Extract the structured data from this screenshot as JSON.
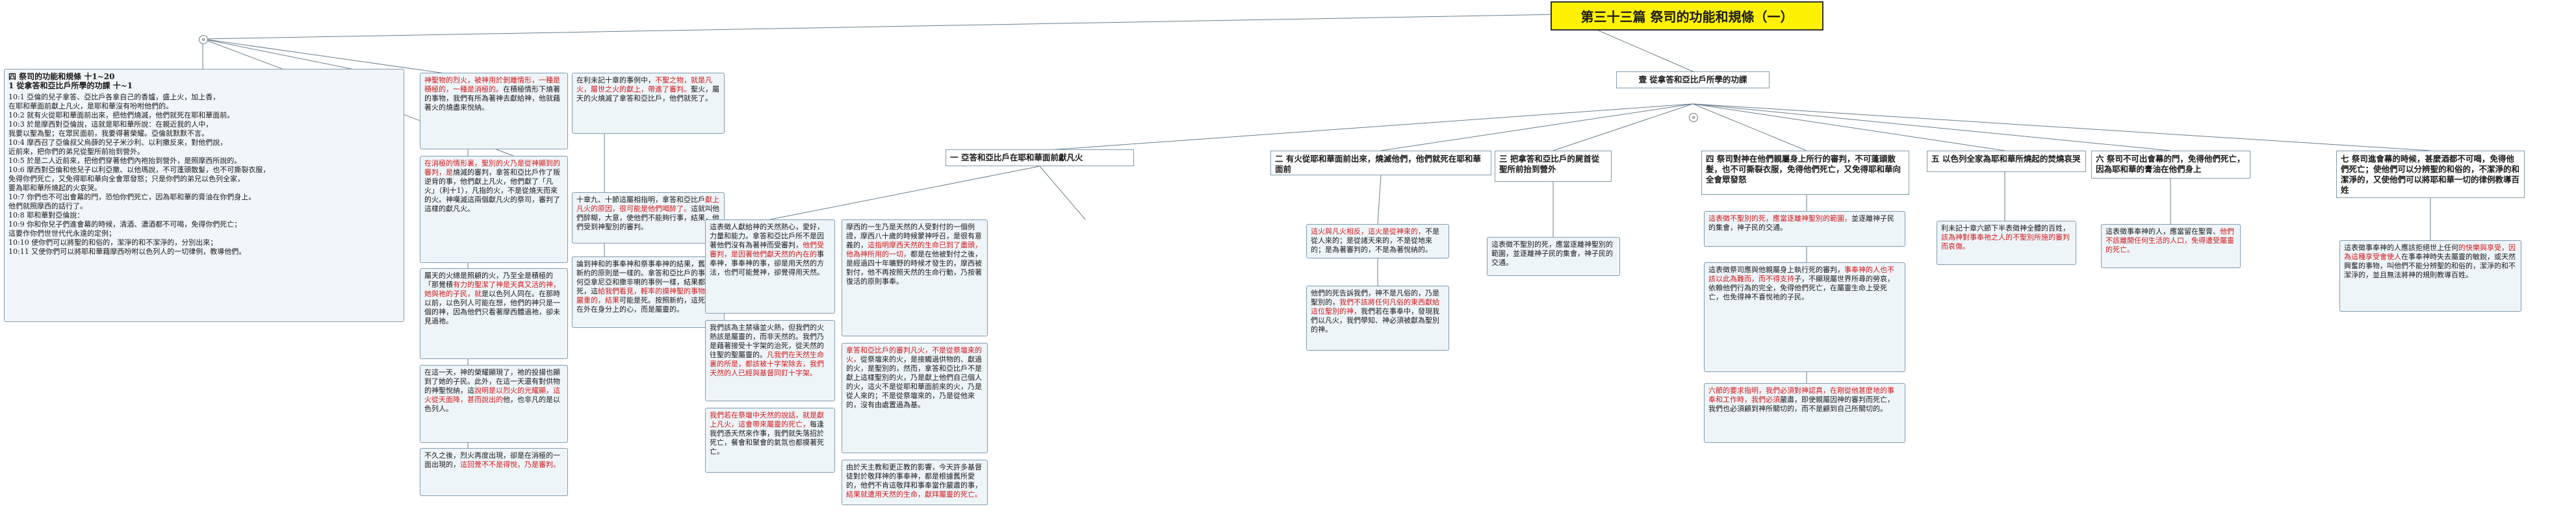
{
  "root": {
    "title": "第三十三篇  祭司的功能和規條（一）"
  },
  "leftPanel": {
    "heading1": "四    祭司的功能和規條    十1~20",
    "heading2": "1    從拿答和亞比戶所學的功課    十~1",
    "lines": [
      "10:1    亞倫的兒子拿答、亞比戶各拿自己的香爐，盛上火，加上香，",
      "在耶和華面前獻上凡火，是耶和華沒有吩咐他們的。",
      "10:2    就有火從耶和華面前出來，把他們燒滅，他們就死在耶和華面前。",
      "10:3    於是摩西對亞倫說，這就是耶和華所說：在親近我的人中，",
      "我要以聖為聖；在眾民面前，我要得著榮耀。亞倫就默默不言。",
      "10:4    摩西召了亞倫叔父烏薛的兒子米沙利、以利撒反來，對他們說，",
      "近前來，把你們的弟兄從聖所前抬到營外。",
      "10:5    於是二人近前來，把他們穿著他們內袍抬到營外，是照摩西所說的。",
      "10:6    摩西對亞倫和他兒子以利亞撒、以他瑪說，不可蓬頭散髮，也不可撕裂衣服，",
      "免得你們死亡，又免得耶和華向全會眾發怒；只是你們的弟兄以色列全家，",
      "要為耶和華所燒起的火哀哭。",
      "10:7    你們也不可出會幕的門，恐怕你們死亡，因為耶和華的膏油在你們身上。",
      "他們就照摩西的話行了。",
      "10:8    耶和華對亞倫說：",
      "10:9    你和你兒子們進會幕的時候，清酒、濃酒都不可喝，免得你們死亡；",
      "這要作你們世世代代永遠的定例；",
      "10:10    使你們可以將聖的和俗的，潔淨的和不潔淨的，分別出來；",
      "10:11    又使你們可以將耶和華藉摩西吩咐以色列人的一切律例，教導他們。"
    ]
  },
  "col2": {
    "box1": [
      {
        "t": "神聖物的烈火，被神用於剝離情形，一種是積極的，一種是消極的。",
        "red": true
      },
      {
        "t": "在積極情形下燒著的事物，我們有所為著神去獻給神，他就藉著火的燒盡來悅納。",
        "red": false
      }
    ],
    "box2": [
      {
        "t": "在消極的情形裏，聖別的火乃是從神顯到的審判，是",
        "red": true
      },
      {
        "t": "燒滅的審判，拿答和亞比戶作了叛逆背的事，他們獻",
        "red": false
      },
      {
        "t": "上凡火，他們獻了「凡火」（利十1），凡指的火，不是從燒天而來的火。神嘆滅這兩個獻凡火的祭司，審判了這樣的獻凡火。",
        "red": false
      }
    ],
    "box3": [
      {
        "t": "屬天的火總是照顧的火，乃至全是積極的「那覺積",
        "red": false
      },
      {
        "t": "有力的聖潔了神是天真又活的神，她與祂的子民，就",
        "red": true
      },
      {
        "t": "是以色列人同在。在那時以前，以色列人可能在想，他們的神只是一個的神，因為他們只看著摩西體過祂，卻未見過祂。",
        "red": false
      }
    ],
    "box4": [
      {
        "t": "在這一天，神的榮耀顯現了，祂的投揚也顯到了她",
        "red": false
      },
      {
        "t": "的子民。此外，在這一天還有對供物的神聖悅納，這",
        "red": false
      },
      {
        "t": "說明是以烈火的光耀顯，這火從天面降，甚而說出的",
        "red": true
      },
      {
        "t": "他，也非凡的是以色列人。",
        "red": false
      }
    ],
    "box5": [
      {
        "t": "不久之後，烈火再度出現，卻是在消極的一面出現的，",
        "red": false
      },
      {
        "t": "這回覺不不是得悅，乃是審判。",
        "red": true
      }
    ]
  },
  "col3": {
    "box1": [
      {
        "t": "在利未記十章的事例中，",
        "red": false
      },
      {
        "t": "不聖之物，就是凡火，屬世之火的獻上，帶進了審判。",
        "red": true
      },
      {
        "t": "聖火，屬天的火燒滅了拿答和亞比戶，他們就死了。",
        "red": false
      }
    ],
    "box2": [
      {
        "t": "十章九、十節這屬相指明，拿答和亞比戶",
        "red": false
      },
      {
        "t": "獻上凡火的原因，很可能是他們喝醉了。",
        "red": true
      },
      {
        "t": "這就叫他們醉糊，大意，使他們不能夠行事，結果，他們受到神聖別的審判。",
        "red": false
      }
    ],
    "box3": [
      {
        "t": "論到神和的事奉神和祭事奉神的結果，",
        "red": false
      },
      {
        "t": "舊約和新約的原則是一樣的。拿答和亞比戶的事例，",
        "red": false
      },
      {
        "t": "何亞拿尼亞和撒非喇的事例一樣，結果都是死，這",
        "red": false
      },
      {
        "t": "給我們看見，輕率的摸神聖的事物乃是嚴重的，結果",
        "red": true
      },
      {
        "t": "可能是死。按照新約，這死乃是在外在身分上的心，",
        "red": false
      },
      {
        "t": "而是屬靈的。",
        "red": false
      }
    ]
  },
  "headerYi": {
    "label": "壹  從拿答和亞比戶所學的功課"
  },
  "sub1": {
    "title": "一  亞答和亞比戶在耶和華面前獻凡火",
    "boxA": [
      {
        "t": "這表徵人獻給神的天然熱心，愛好，力量和能力。拿答和亞比戶所",
        "red": false
      },
      {
        "t": "不是因著他們沒有為著神而受審判，",
        "red": false
      },
      {
        "t": "他們受審判，是因著他們獻天然的內在的",
        "red": true
      },
      {
        "t": "事奉神，事奉神的事，卻是用天然的方法，也們可能覺神，卻覺得用天然。",
        "red": false
      }
    ],
    "boxB": [
      {
        "t": "摩西的一生乃是天然的人受對付的一個例證，摩西",
        "red": false
      },
      {
        "t": "八十歲的時候蒙神呼召，是很有意義的，",
        "red": false
      },
      {
        "t": "這指明摩西天然的生命已到了盡頭，他為神所用的一切，",
        "red": true
      },
      {
        "t": "都是在他被對付之後，是經過四十年曠野的時候才發生的，摩西被",
        "red": false
      },
      {
        "t": "對付，他不再按照天然的生命行動，乃按著復活的原則事奉。",
        "red": false
      }
    ],
    "boxC": [
      {
        "t": "我們該為主禁禱並火熱，但我們的火熱該是屬靈的，",
        "red": false
      },
      {
        "t": "而非天然的。我們乃是藉著接受十字架的",
        "red": false
      },
      {
        "t": "治死，從天然的往聖的聖屬靈的。",
        "red": false
      },
      {
        "t": "凡我們在天然生命裏的所是，都該被十字架除去，我們",
        "red": true
      },
      {
        "t": "天然的人已經與基督同釘十字架。",
        "red": true
      }
    ],
    "boxD": [
      {
        "t": "拿答和亞比戶的審判凡火，不是從祭壇來的火，",
        "red": true
      },
      {
        "t": "從祭壇來的火，是接觸過供物的、獻過的火，",
        "red": false
      },
      {
        "t": "是聖別的，然而，拿答和亞比戶不是獻上這樣聖別",
        "red": false
      },
      {
        "t": "的火，乃是獻上他們自己個人的火，這火不是從耶",
        "red": false
      },
      {
        "t": "和華面前來的火，乃是從人來的；不是從祭壇來的，",
        "red": false
      },
      {
        "t": "乃是從他來的，沒有由處置過為基。",
        "red": false
      }
    ],
    "boxE": [
      {
        "t": "我們若在祭壇中天然的說話，就是獻上凡火，",
        "red": true
      },
      {
        "t": "這會帶來屬靈的死亡，",
        "red": true
      },
      {
        "t": "每逢我們憑天然來作事，我們就失落招於死亡，",
        "red": false
      },
      {
        "t": "餐會和聚會的氣氛也都摸著死亡。",
        "red": false
      }
    ],
    "boxF": [
      {
        "t": "由於天主教和更正教的影響，今天許多基督徒對於",
        "red": false
      },
      {
        "t": "敬拜神的事奉神，都是根據舊所愛的，他們不肯這",
        "red": false
      },
      {
        "t": "敬拜和事奉當作嚴肅的事，",
        "red": false
      },
      {
        "t": "結果就遭用天然的生命，獻拜屬靈的死亡。",
        "red": true
      }
    ]
  },
  "sub2": {
    "title": "二  有火從耶和華面前出來，燒滅他們，他們就死在耶和華面前",
    "boxA": [
      {
        "t": "這火與凡火相反，這火是從神來的，",
        "red": true
      },
      {
        "t": "不是從人來的；是從諸天來的，不是從地來的；是為著審判的，不是為著悅納的。",
        "red": false
      }
    ],
    "boxB": [
      {
        "t": "他們的死告訴我們，神不是凡俗的，乃是聖別的，",
        "red": false
      },
      {
        "t": "我們不該將任何凡俗的東西獻給這位聖別的神，",
        "red": true
      },
      {
        "t": "我們若在事奉中，發現我們以凡火，我們學知、神必須被獻為聖別的神。",
        "red": false
      }
    ]
  },
  "sub3": {
    "title": "三  把拿答和亞比戶的屍首從聖所前抬到營外",
    "boxA": [
      {
        "t": "這表徵不聖別的死，應當逐離神聖別的範圍，並逐離神子民的集會，神子民的交通。",
        "red": false
      }
    ]
  },
  "sub4": {
    "title": "四  祭司對神在他們親屬身上所行的審判，不可蓬頭散髮，也不可撕裂衣服，免得他們死亡，又免得耶和華向全會眾發怒",
    "boxA": [
      {
        "t": "這表徵不聖別的死，應當逐離神聖別的範圍，",
        "red": true
      },
      {
        "t": "並逐離神子民的集會，神子民的交通。",
        "red": false
      }
    ],
    "boxB": [
      {
        "t": "這表徵祭司應與他親屬身上執行死的審判，",
        "red": false
      },
      {
        "t": "事奉神的人也不該以此為難而，而不得支持",
        "red": true
      },
      {
        "t": "子，不顯現屬世界所尋的勞哀，依賴他們行為的完全，",
        "red": false
      },
      {
        "t": "免得他們死亡，在屬靈生命上受死亡，也免得神不喜悅祂的子民。",
        "red": false
      }
    ],
    "boxC": [
      {
        "t": "六節的要求指明，我們必須對神認真，在",
        "red": true
      },
      {
        "t": "剛從他甚麼地的事奉和工作時，我們必須",
        "red": true
      },
      {
        "t": "嚴肅，即使親屬因神的審判而死亡，我們也必須顧到神所關切的，而不是顧到自己所關切的。",
        "red": false
      }
    ]
  },
  "sub5": {
    "title": "五  以色列全家為耶和華所燒起的焚燒哀哭",
    "boxA": [
      {
        "t": "利未記十章六節下半表徵神全體的百姓，",
        "red": false
      },
      {
        "t": "該為神對事奉祂之人的不聖別所施的審判而哀傷。",
        "red": true
      }
    ]
  },
  "sub6": {
    "title": "六  祭司不可出會幕的門，免得他們死亡，因為耶和華的膏油在他們身上",
    "boxA": [
      {
        "t": "這表徵事奉神的人，應當留在聖膏、",
        "red": false
      },
      {
        "t": "他們不該離開任何生活的人口，免得遭受屬靈的死亡。",
        "red": true
      }
    ]
  },
  "sub7": {
    "title": "七  祭司進會幕的時候，甚麼酒都不可喝，免得他們死亡；使他們可以分辨聖的和俗的，不潔淨的和潔淨的，又使他們可以將耶和華一切的律例教導百姓",
    "boxA": [
      {
        "t": "這表徵事奉神的人應該拒絕世上任何",
        "red": false
      },
      {
        "t": "的快樂與享受，因為這種享受會使人",
        "red": true
      },
      {
        "t": "在事奉神時失去屬靈的敏銳，或天然興奮的事物，叫他們不能分辨聖的和俗的，潔淨的和不潔淨的，並且無法將神的規則教導百姓。",
        "red": false
      }
    ]
  }
}
